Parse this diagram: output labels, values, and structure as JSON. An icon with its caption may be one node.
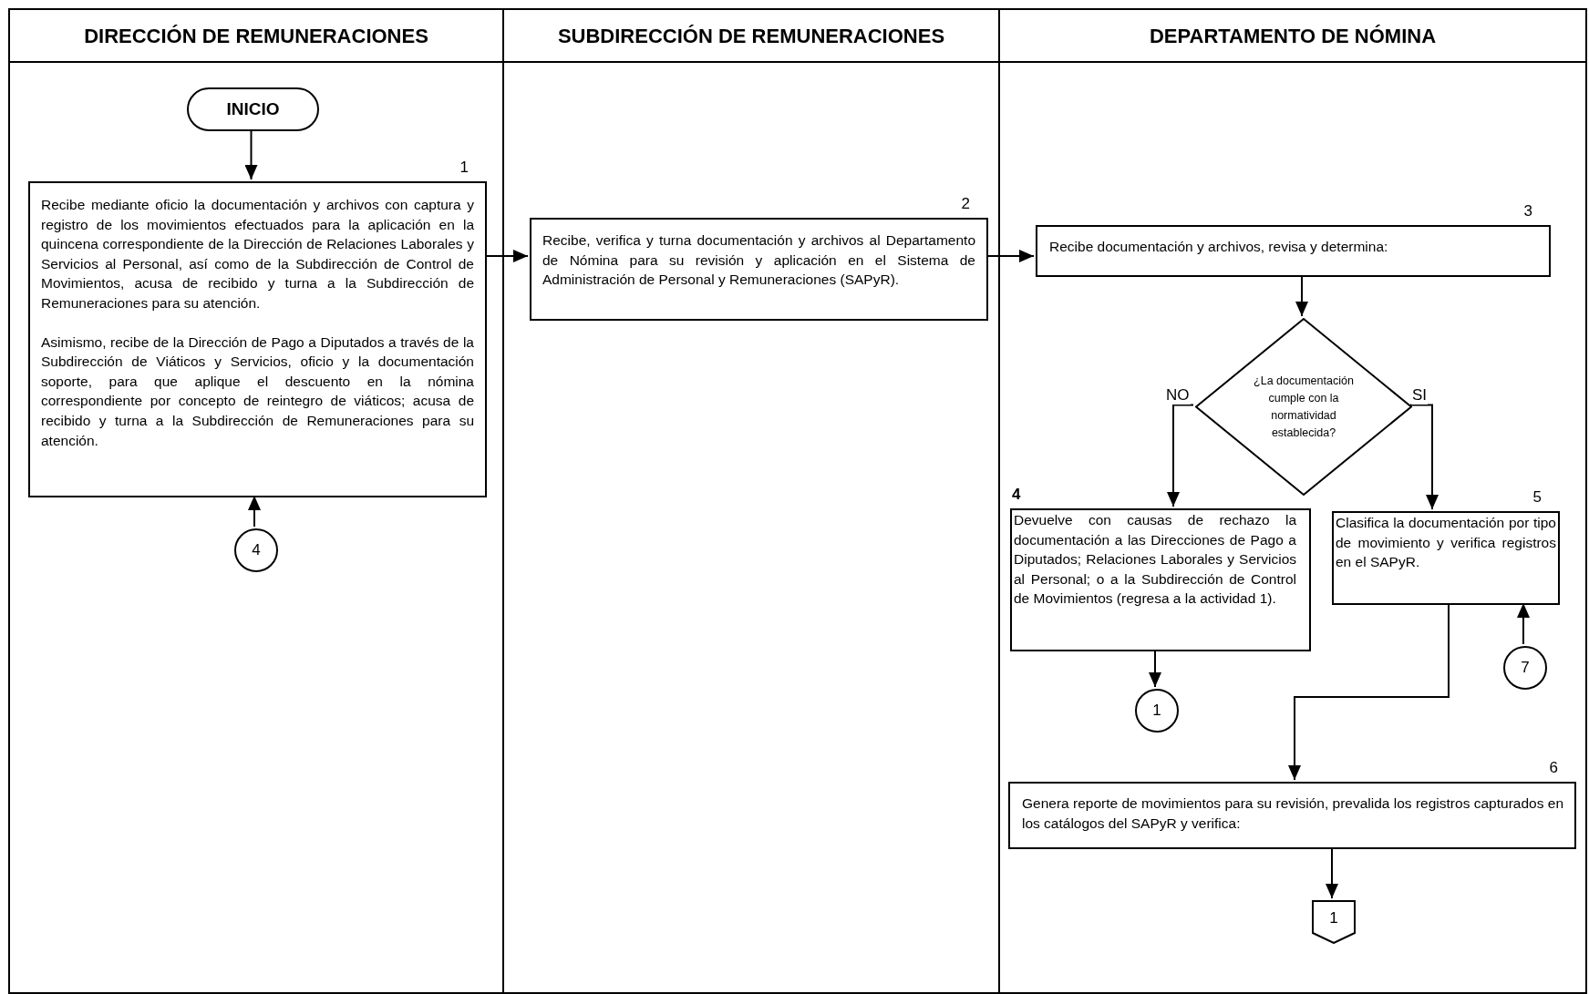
{
  "diagram": {
    "nodes": [
      {
        "text": [
          "DIRECCIÓN DE REMUNERACIONES"
        ]
      },
      {
        "text": [
          "SUBDIRECCIÓN DE REMUNERACIONES"
        ]
      },
      {
        "text": [
          "DEPARTAMENTO DE NÓMINA"
        ]
      },
      {
        "text": [
          "INICIO"
        ],
        "in": 0
      },
      {
        "text": [
          "Recibe mediante oficio la documentación y archivos con captura y registro de los movimientos efectuados para la aplicación en la quincena correspondiente de la Dirección de Relaciones Laborales y Servicios al Personal, así como de la Subdirección de Control de Movimientos, acusa de recibido y turna a la Subdirección de Remuneraciones para su atención.",
          "Asimismo, recibe de la Dirección de Pago a Diputados a través de la Subdirección de Viáticos y Servicios, oficio y la documentación soporte, para que aplique el descuento en la nómina correspondiente por concepto de reintegro de viáticos; acusa de recibido y turna a la Subdirección de Remuneraciones para su atención."
        ],
        "in": 0,
        "beside": [
          "1"
        ]
      },
      {
        "text": [
          "4"
        ],
        "in": 0
      },
      {
        "text": [
          "Recibe, verifica y turna documentación y archivos al Departamento de Nómina para su revisión y aplicación en el Sistema de Administración de Personal y Remuneraciones (SAPyR)."
        ],
        "in": 1,
        "beside": [
          "2"
        ]
      },
      {
        "text": [
          "Recibe documentación y archivos, revisa y determina:"
        ],
        "in": 2,
        "beside": [
          "3"
        ]
      },
      {
        "text": [
          "¿La documentación cumple con la normatividad establecida?"
        ],
        "in": 2
      },
      {
        "text": [
          "Devuelve con causas de rechazo la documentación a las Direcciones de Pago a Diputados; Relaciones Laborales y Servicios al Personal; o a la Subdirección de Control de Movimientos (regresa a la actividad 1)."
        ],
        "in": 2,
        "beside": [
          "4"
        ]
      },
      {
        "text": [
          "Clasifica la documentación por tipo de movimiento y verifica registros en el SAPyR."
        ],
        "in": 2,
        "beside": [
          "5"
        ]
      },
      {
        "text": [
          "1"
        ],
        "in": 2
      },
      {
        "text": [
          "7"
        ],
        "in": 2
      },
      {
        "text": [
          "Genera reporte de movimientos para su revisión, prevalida los registros capturados en los catálogos del SAPyR y verifica:"
        ],
        "in": 2,
        "beside": [
          "6"
        ]
      },
      {
        "text": [
          "1"
        ],
        "in": 2
      }
    ],
    "edges": [
      {
        "from": 3,
        "to": 4,
        "arrow": "to"
      },
      {
        "from": 5,
        "to": 4,
        "arrow": "to"
      },
      {
        "from": 4,
        "to": 6,
        "arrow": "to"
      },
      {
        "from": 6,
        "to": 7,
        "arrow": "to"
      },
      {
        "from": 7,
        "to": 8,
        "arrow": "to"
      },
      {
        "from": 8,
        "to": 9,
        "arrow": "to",
        "label": "NO"
      },
      {
        "from": 8,
        "to": 10,
        "arrow": "to",
        "label": "SI"
      },
      {
        "from": 9,
        "to": 11,
        "arrow": "to"
      },
      {
        "from": 12,
        "to": 10,
        "arrow": "to"
      },
      {
        "from": 10,
        "to": 13,
        "arrow": "to"
      },
      {
        "from": 13,
        "to": 14,
        "arrow": "to"
      }
    ]
  }
}
